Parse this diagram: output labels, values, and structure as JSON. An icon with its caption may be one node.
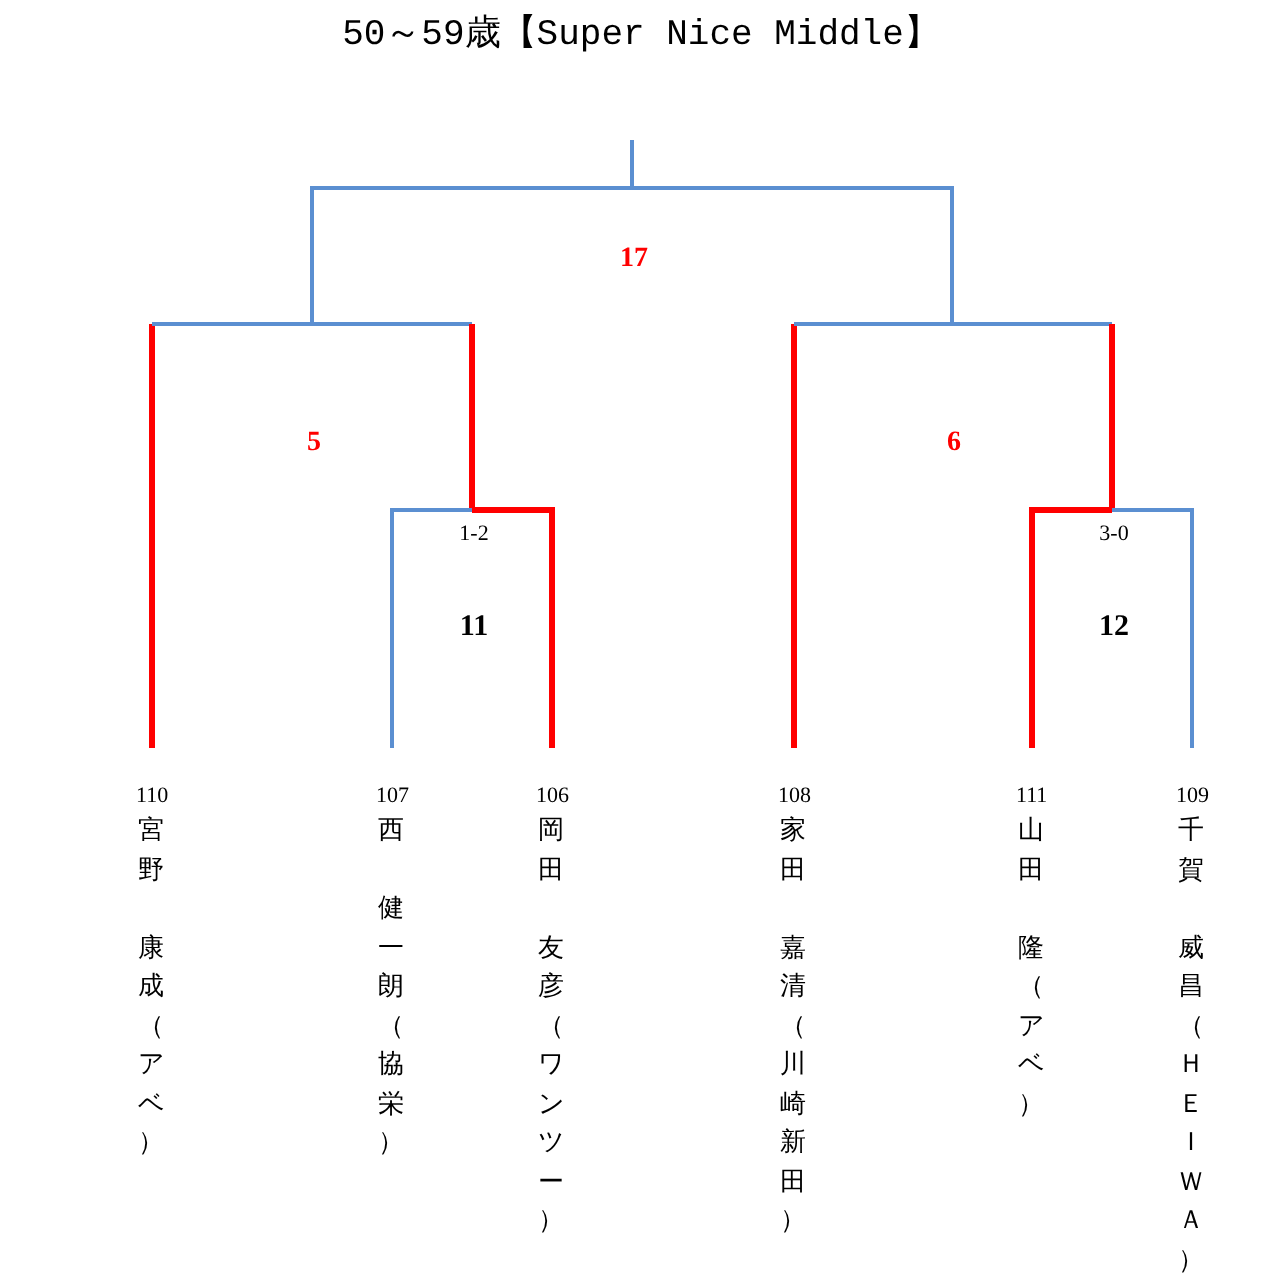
{
  "diagram": {
    "title": "50～59歳【Super Nice Middle】",
    "nodes": [
      {
        "text": [
          "110",
          "宮野",
          "康成（アベ）"
        ]
      },
      {
        "text": [
          "107",
          "西",
          "健一朗（協栄）"
        ]
      },
      {
        "text": [
          "106",
          "岡田",
          "友彦（ワンツー）"
        ]
      },
      {
        "text": [
          "108",
          "家田",
          "嘉清（川崎新田）"
        ]
      },
      {
        "text": [
          "111",
          "山田",
          "隆（アベ）"
        ]
      },
      {
        "text": [
          "109",
          "千賀",
          "威昌（ＨＥＩＷＡ）"
        ]
      }
    ],
    "labels": [
      "17",
      "5",
      "6",
      "1-2",
      "3-0",
      "11",
      "12"
    ]
  }
}
